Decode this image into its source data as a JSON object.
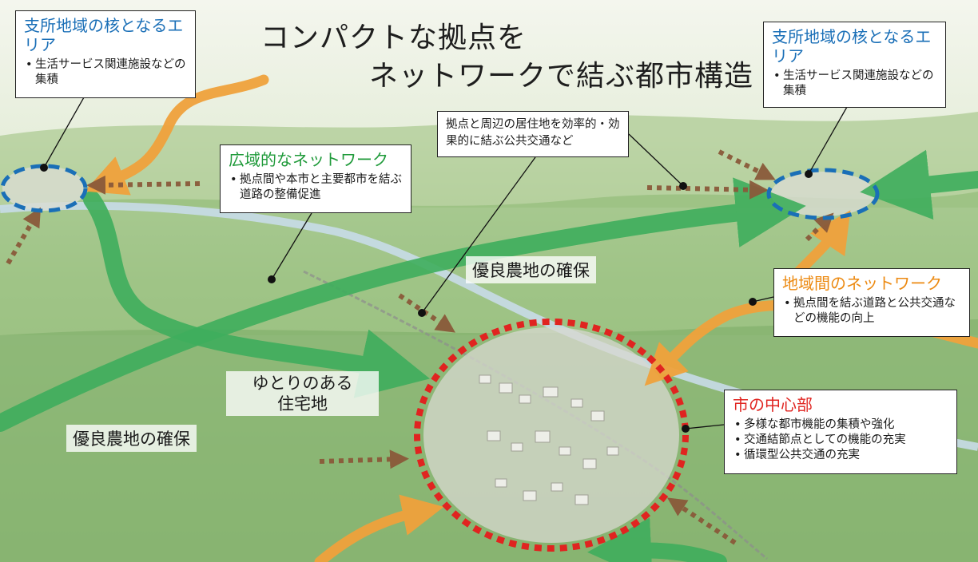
{
  "title": {
    "line1": "コンパクトな拠点を",
    "line2": "ネットワークで結ぶ都市構造"
  },
  "callouts": {
    "branch_left": {
      "heading": "支所地域の核となるエリア",
      "items": [
        "生活サービス関連施設などの集積"
      ]
    },
    "branch_right": {
      "heading": "支所地域の核となるエリア",
      "items": [
        "生活サービス関連施設などの集積"
      ]
    },
    "wide_network": {
      "heading": "広域的なネットワーク",
      "items": [
        "拠点間や本市と主要都市を結ぶ道路の整備促進"
      ]
    },
    "transit": {
      "text": "拠点と周辺の居住地を効率的・効果的に結ぶ公共交通など"
    },
    "inter_network": {
      "heading": "地域間のネットワーク",
      "items": [
        "拠点間を結ぶ道路と公共交通などの機能の向上"
      ]
    },
    "city_center": {
      "heading": "市の中心部",
      "items": [
        "多様な都市機能の集積や強化",
        "交通結節点としての機能の充実",
        "循環型公共交通の充実"
      ]
    }
  },
  "land_labels": {
    "farmland_top": "優良農地の確保",
    "farmland_left": "優良農地の確保",
    "residential_line1": "ゆとりのある",
    "residential_line2": "住宅地"
  },
  "colors": {
    "branch": "#1a6fb7",
    "wide_network": "#1f9a3a",
    "inter_network": "#ec8a12",
    "city_center": "#e02420",
    "local_transit": "#8a5a3a"
  }
}
